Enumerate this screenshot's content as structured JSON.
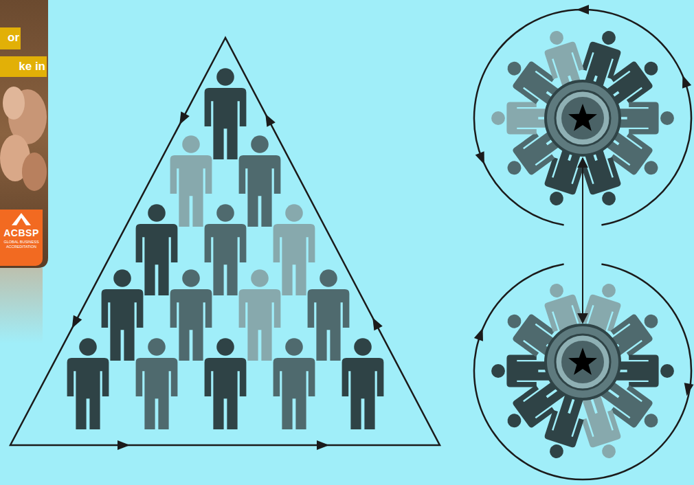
{
  "diagram": {
    "nodes": [
      {
        "text": [
          "or"
        ]
      },
      {
        "text": [
          "ke in"
        ]
      },
      {
        "text": [
          "ACBSP",
          "GLOBAL BUSINESS ACCREDITATION"
        ]
      }
    ]
  }
}
